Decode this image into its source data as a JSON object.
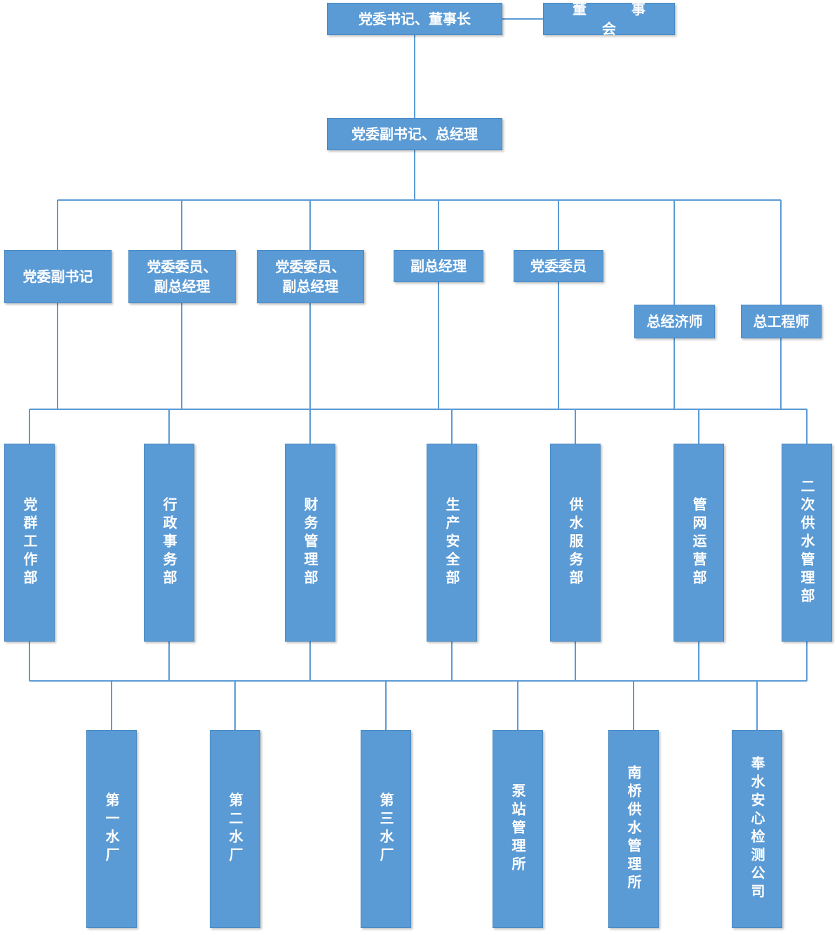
{
  "top": {
    "chairman": "党委书记、董事长",
    "board": "董　事　会",
    "gm": "党委副书记、总经理"
  },
  "leaders": [
    "党委副书记",
    "党委委员、\n副总经理",
    "党委委员、\n副总经理",
    "副总经理",
    "党委委员",
    "总经济师",
    "总工程师"
  ],
  "departments": [
    "党群工作部",
    "行政事务部",
    "财务管理部",
    "生产安全部",
    "供水服务部",
    "管网运营部",
    "二次供水管理部"
  ],
  "units": [
    "第一水厂",
    "第二水厂",
    "第三水厂",
    "泵站管理所",
    "南桥供水管理所",
    "奉水安心检测公司"
  ],
  "colors": {
    "box": "#5b9bd5",
    "line": "#5b9bd5",
    "text": "#ffffff"
  }
}
